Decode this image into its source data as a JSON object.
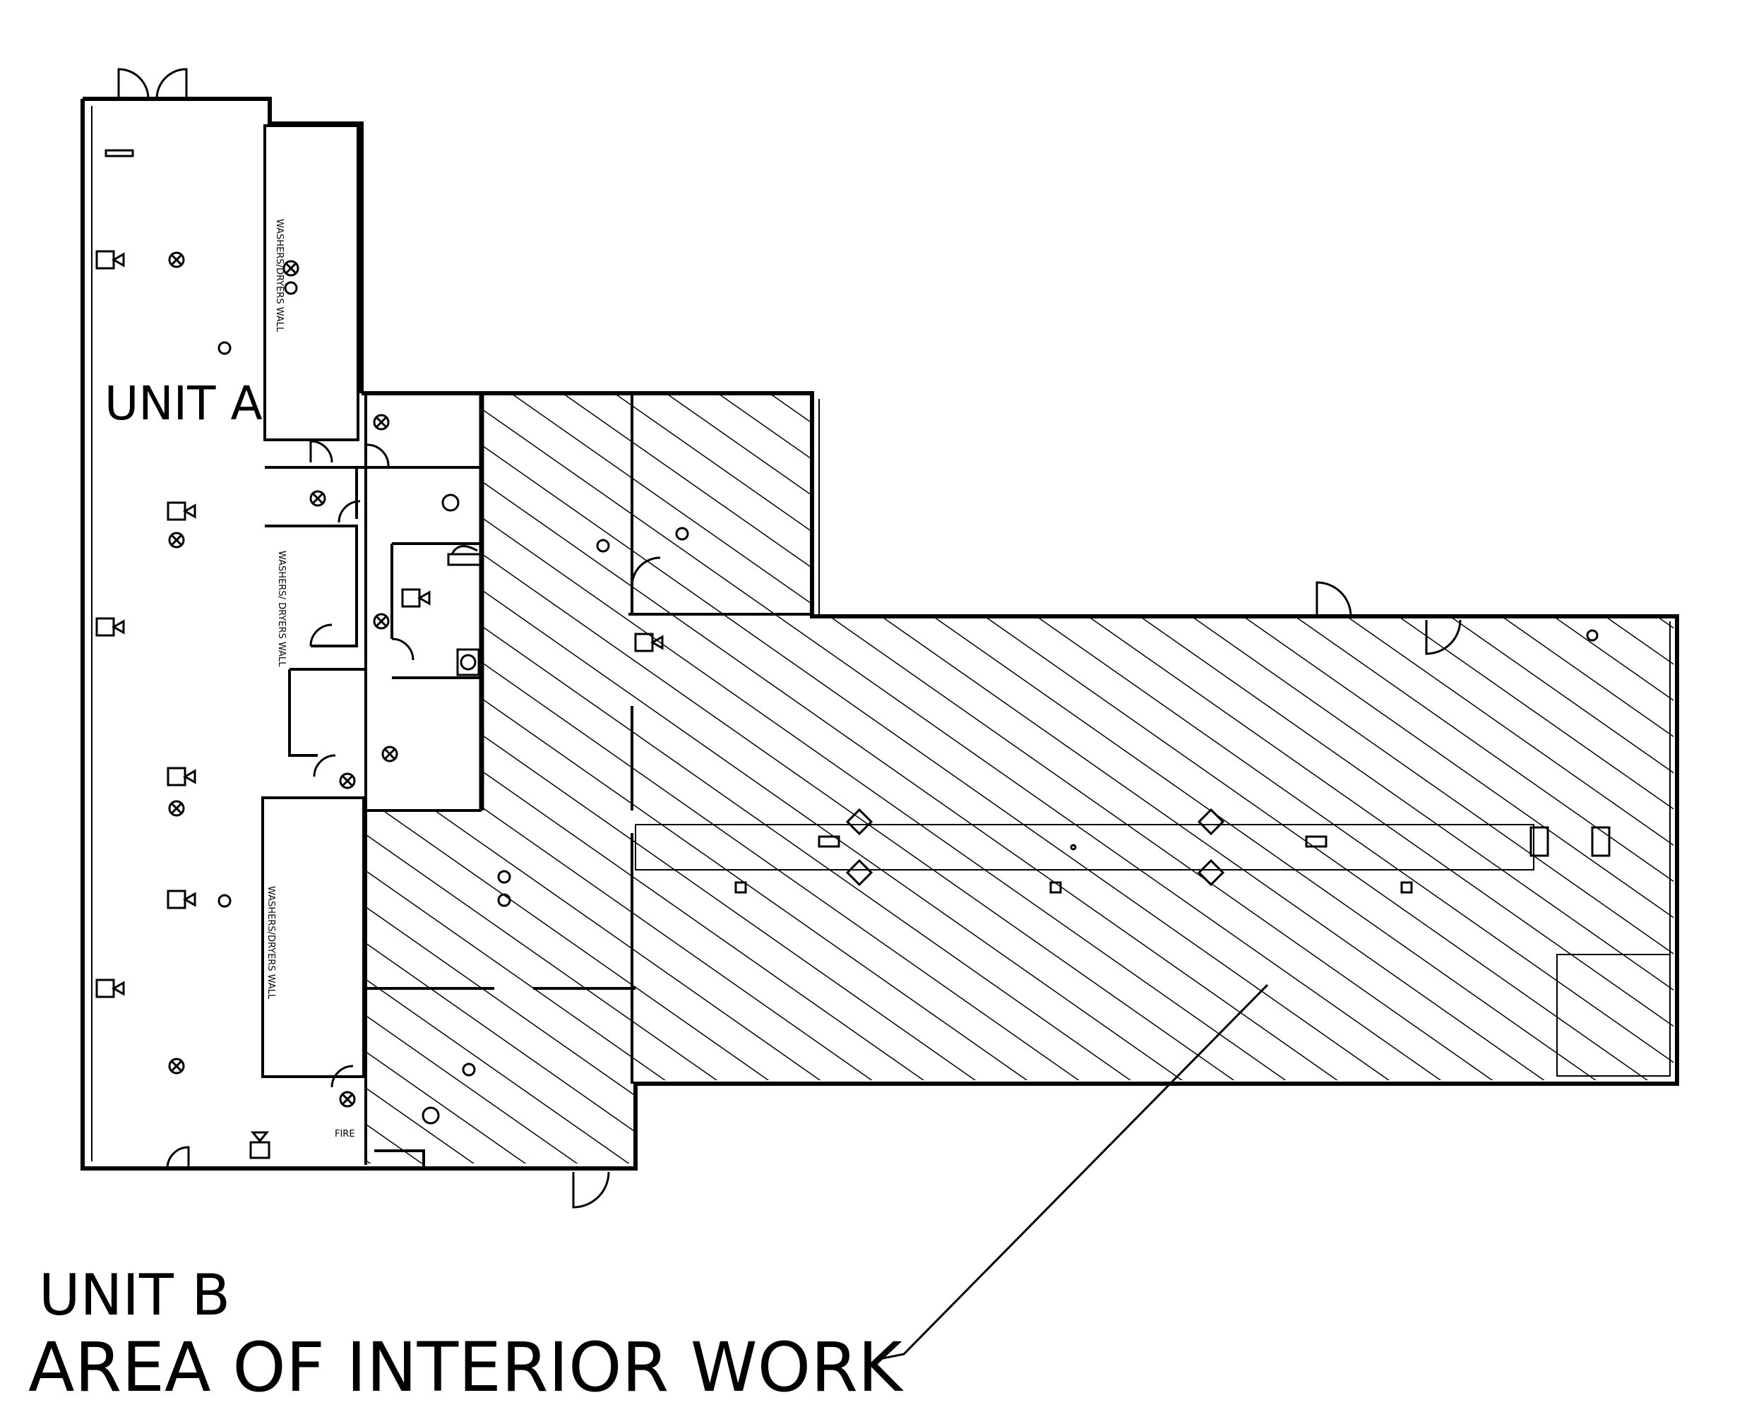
{
  "labels": {
    "unit_a": "UNIT A",
    "unit_b": "UNIT B",
    "area_of_work": "AREA OF INTERIOR WORK",
    "washers_dryers_top": "WASHERS/DRYERS WALL",
    "washers_dryers_mid": "WASHERS/ DRYERS WALL",
    "washers_dryers_bottom": "WASHERS/DRYERS WALL",
    "fire": "FIRE"
  },
  "colors": {
    "line": "#000000",
    "background": "#ffffff"
  },
  "icons": [
    "ceiling-light-icon",
    "smoke-detector-icon",
    "camera-icon",
    "double-door-icon",
    "door-swing-icon",
    "toilet-icon",
    "ceiling-fan-icon",
    "emergency-light-icon"
  ]
}
